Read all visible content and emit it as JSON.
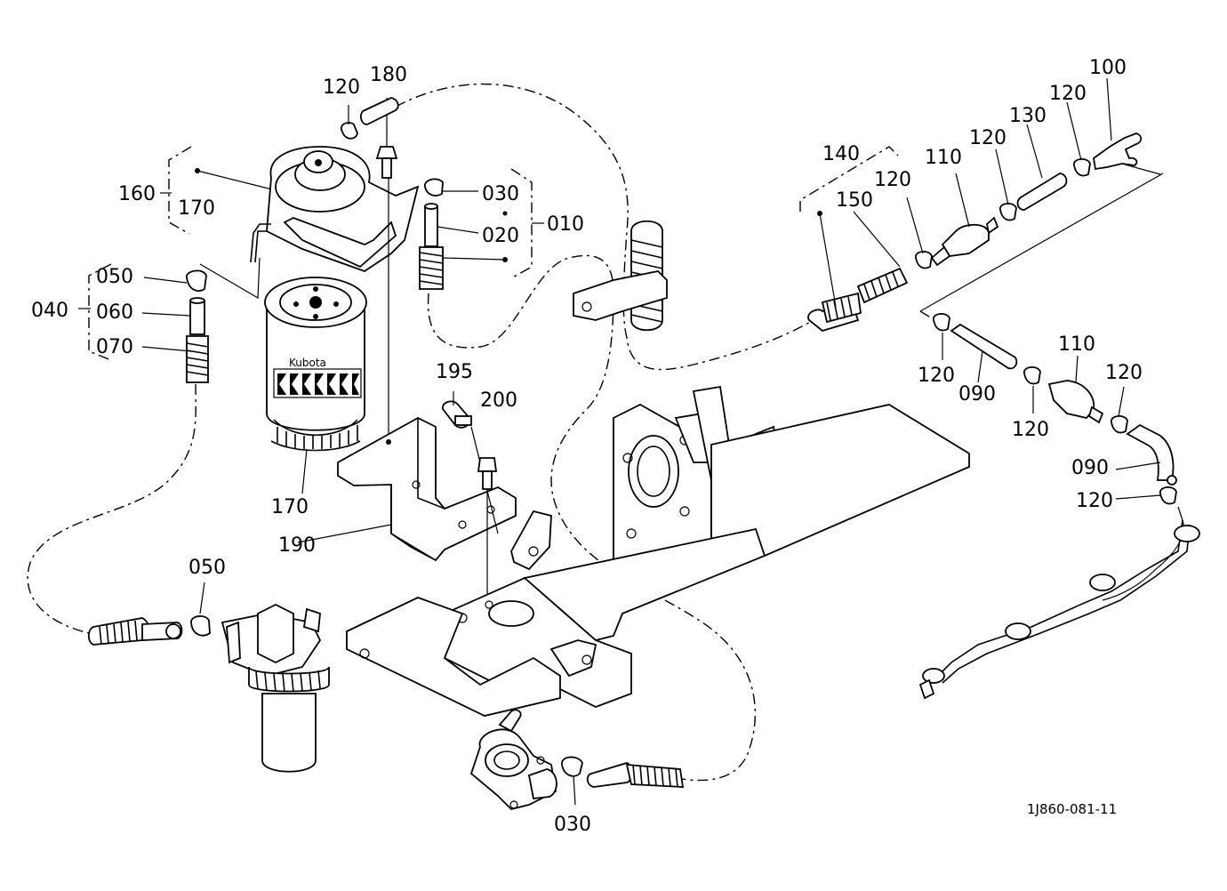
{
  "diagram": {
    "drawing_number": "1J860-081-11",
    "brand_text": "Kubota",
    "callouts": {
      "c010": "010",
      "c020": "020",
      "c030_top": "030",
      "c030_bottom": "030",
      "c040": "040",
      "c050_top": "050",
      "c050_bottom": "050",
      "c060": "060",
      "c070": "070",
      "c090_a": "090",
      "c090_b": "090",
      "c100": "100",
      "c110_a": "110",
      "c110_b": "110",
      "c120_top_left": "120",
      "c120_a": "120",
      "c120_b": "120",
      "c120_c": "120",
      "c120_d": "120",
      "c120_e": "120",
      "c120_f": "120",
      "c120_g": "120",
      "c130": "130",
      "c140": "140",
      "c150": "150",
      "c160": "160",
      "c170_a": "170",
      "c170_b": "170",
      "c180": "180",
      "c190": "190",
      "c195": "195",
      "c200": "200"
    }
  }
}
